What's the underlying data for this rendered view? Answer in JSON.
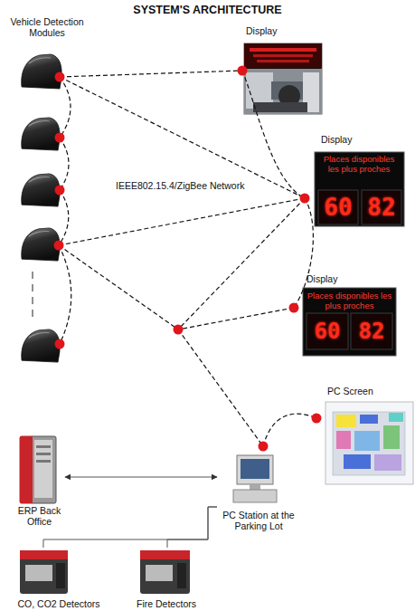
{
  "diagram": {
    "title": "SYSTEM'S ARCHITECTURE",
    "nodes": [
      {
        "text": [
          "Vehicle Detection Modules"
        ]
      },
      {
        "text": [
          "Display"
        ]
      },
      {
        "text": [
          "Display",
          "Places disponibles les plus proches",
          "60",
          "82"
        ]
      },
      {
        "text": [
          "Display",
          "Places disponibles les plus proches",
          "60",
          "82"
        ]
      },
      {
        "text": [
          "PC Screen"
        ]
      },
      {
        "text": [
          "ERP Back Office"
        ]
      },
      {
        "text": [
          "PC Station at the Parking Lot"
        ]
      },
      {
        "text": [
          "CO, CO2 Detectors"
        ]
      },
      {
        "text": [
          "Fire Detectors"
        ]
      }
    ],
    "edges": [
      {
        "from": 0,
        "to": 1,
        "arrow": "none"
      },
      {
        "from": 0,
        "to": 2,
        "arrow": "none"
      },
      {
        "from": 1,
        "to": 2,
        "arrow": "none"
      },
      {
        "from": 2,
        "to": 3,
        "arrow": "none"
      },
      {
        "from": 6,
        "to": 4,
        "arrow": "none"
      },
      {
        "from": 5,
        "to": 6,
        "arrow": "both"
      },
      {
        "from": 7,
        "to": 6,
        "arrow": "none"
      },
      {
        "from": 8,
        "to": 6,
        "arrow": "none"
      }
    ],
    "labels": [
      "IEEE802.15.4/ZigBee Network"
    ]
  }
}
